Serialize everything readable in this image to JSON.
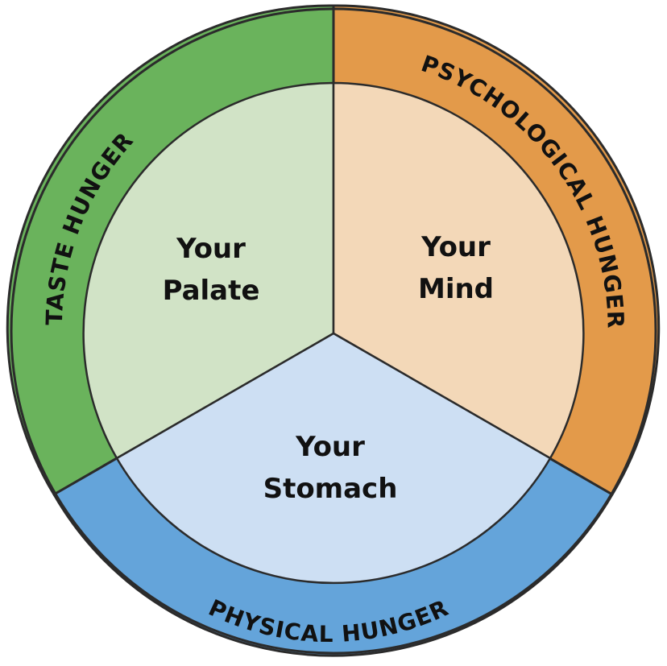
{
  "diagram": {
    "colors": {
      "taste_outer": "#6ab35c",
      "taste_inner": "#d1e3c6",
      "psych_outer": "#e39a4a",
      "psych_inner": "#f3d8b8",
      "physical_outer": "#64a4da",
      "physical_inner": "#cddff3",
      "stroke": "#2b2b2b"
    },
    "segments": [
      {
        "id": "taste",
        "ring_label": "TASTE  HUNGER",
        "inner_line1": "Your",
        "inner_line2": "Palate"
      },
      {
        "id": "psychological",
        "ring_label": "PSYCHOLOGICAL HUNGER",
        "inner_line1": "Your",
        "inner_line2": "Mind"
      },
      {
        "id": "physical",
        "ring_label": "PHYSICAL HUNGER",
        "inner_line1": "Your",
        "inner_line2": "Stomach"
      }
    ]
  }
}
